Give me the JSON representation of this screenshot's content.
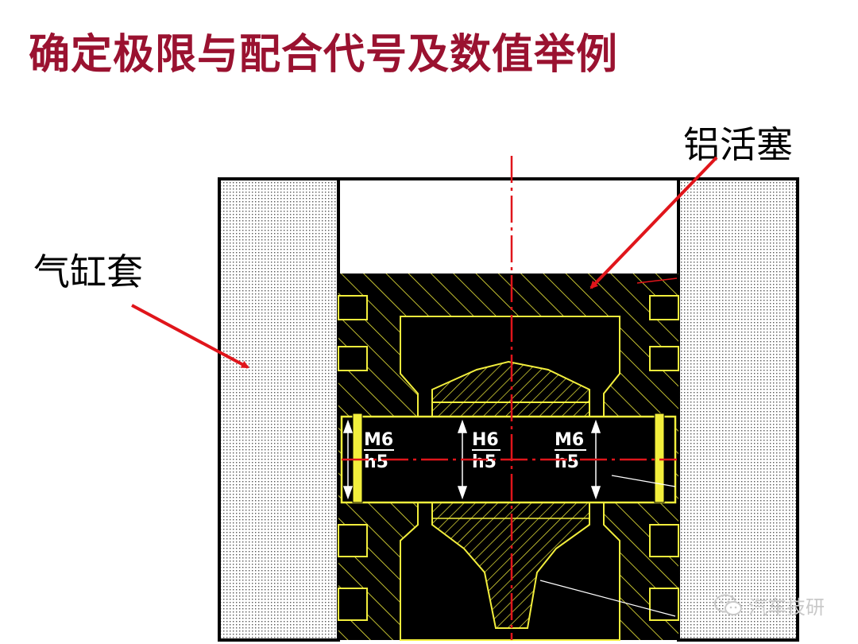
{
  "title": "确定极限与配合代号及数值举例",
  "labels": {
    "piston": "铝活塞",
    "cylinder_liner": "气缸套"
  },
  "fits": [
    {
      "upper": "M6",
      "lower": "h5"
    },
    {
      "upper": "H6",
      "lower": "h5"
    },
    {
      "upper": "M6",
      "lower": "h5"
    }
  ],
  "watermark": "汽车技研",
  "colors": {
    "title": "#9a1230",
    "arrow": "#e0151b",
    "centerline": "#e0151b",
    "drawing_line": "#f2ee3c",
    "drawing_bg": "#000000"
  }
}
